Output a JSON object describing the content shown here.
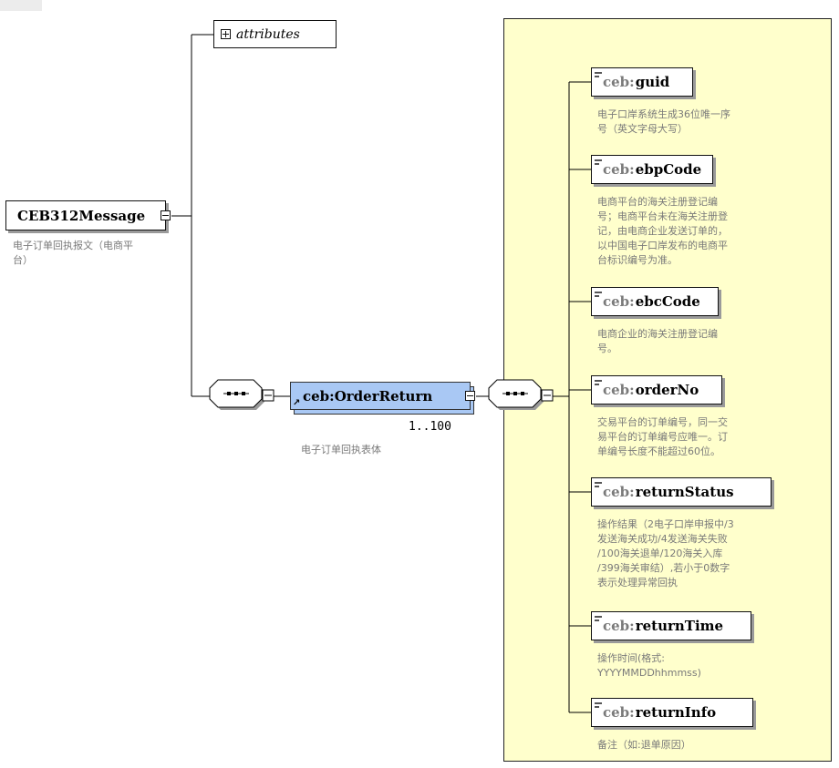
{
  "attributes_label": "attributes",
  "root": {
    "name": "CEB312Message",
    "doc_lines": [
      "电子订单回执报文（电商平",
      "台）"
    ]
  },
  "order_return": {
    "prefix": "ceb:",
    "name": "OrderReturn",
    "multiplicity": "1..100",
    "doc": "电子订单回执表体"
  },
  "elements": [
    {
      "prefix": "ceb:",
      "name": "guid",
      "doc_lines": [
        "电子口岸系统生成36位唯一序",
        "号（英文字母大写）"
      ]
    },
    {
      "prefix": "ceb:",
      "name": "ebpCode",
      "doc_lines": [
        "电商平台的海关注册登记编",
        "号；电商平台未在海关注册登",
        "记，由电商企业发送订单的，",
        "以中国电子口岸发布的电商平",
        "台标识编号为准。"
      ]
    },
    {
      "prefix": "ceb:",
      "name": "ebcCode",
      "doc_lines": [
        "电商企业的海关注册登记编",
        "号。"
      ]
    },
    {
      "prefix": "ceb:",
      "name": "orderNo",
      "doc_lines": [
        "交易平台的订单编号，同一交",
        "易平台的订单编号应唯一。订",
        "单编号长度不能超过60位。"
      ]
    },
    {
      "prefix": "ceb:",
      "name": "returnStatus",
      "doc_lines": [
        "操作结果（2电子口岸申报中/3",
        "发送海关成功/4发送海关失败",
        "/100海关退单/120海关入库",
        "/399海关审结）,若小于0数字",
        "表示处理异常回执"
      ]
    },
    {
      "prefix": "ceb:",
      "name": "returnTime",
      "doc_lines": [
        "操作时间(格式:",
        "YYYYMMDDhhmmss)"
      ]
    },
    {
      "prefix": "ceb:",
      "name": "returnInfo",
      "doc_lines": [
        "备注（如:退单原因）"
      ]
    }
  ]
}
